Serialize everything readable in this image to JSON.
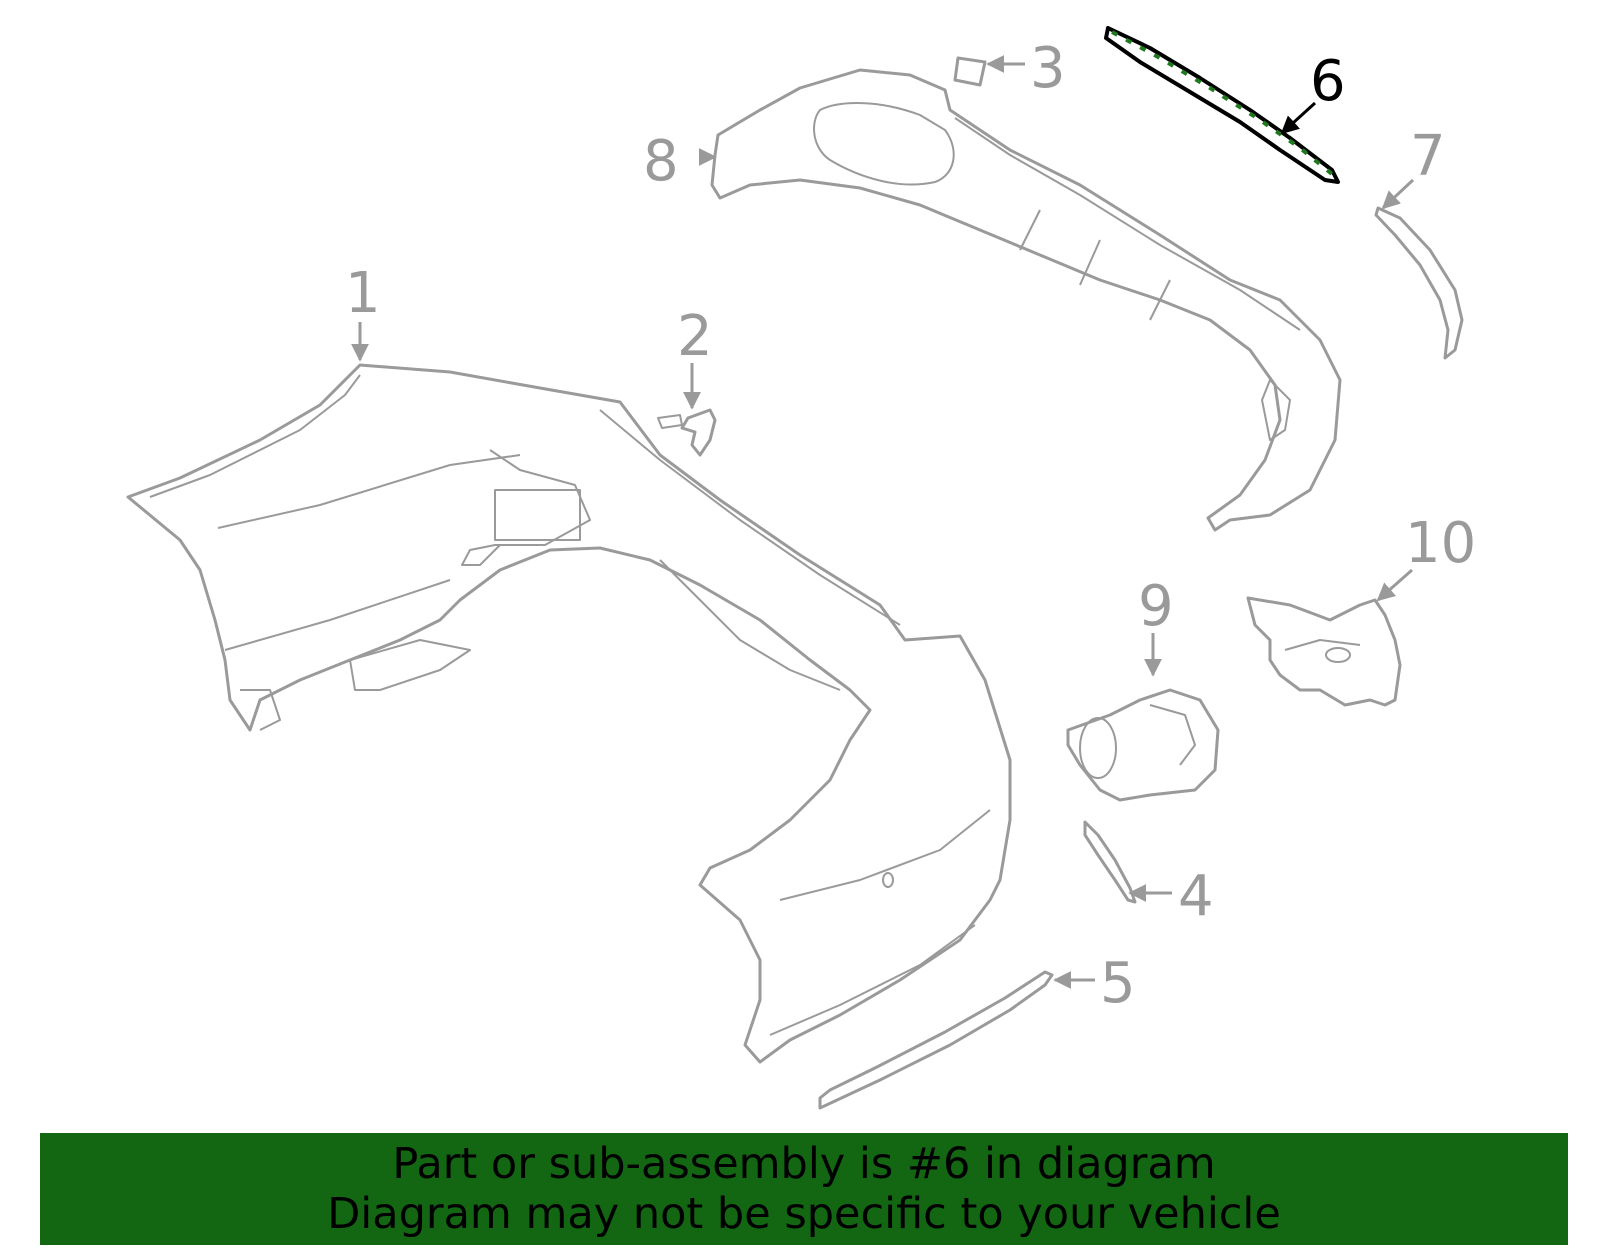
{
  "diagram": {
    "highlighted_part": "6",
    "colors": {
      "part_stroke": "#9a9a9a",
      "highlight_stroke": "#000000",
      "highlight_accent": "#1f7a1f",
      "banner_background": "#136612",
      "banner_text": "#000000"
    },
    "callouts": [
      {
        "id": "1",
        "label": "1",
        "part": "rear-bumper-cover"
      },
      {
        "id": "2",
        "label": "2",
        "part": "sensor-bracket"
      },
      {
        "id": "3",
        "label": "3",
        "part": "clip"
      },
      {
        "id": "4",
        "label": "4",
        "part": "side-trim"
      },
      {
        "id": "5",
        "label": "5",
        "part": "lower-molding"
      },
      {
        "id": "6",
        "label": "6",
        "part": "upper-trim-strip"
      },
      {
        "id": "7",
        "label": "7",
        "part": "side-trim"
      },
      {
        "id": "8",
        "label": "8",
        "part": "diffuser-panel"
      },
      {
        "id": "9",
        "label": "9",
        "part": "exhaust-tip-housing"
      },
      {
        "id": "10",
        "label": "10",
        "part": "mounting-bracket"
      }
    ]
  },
  "banner": {
    "line1": "Part or sub-assembly is #6 in diagram",
    "line2": "Diagram may not be specific to your vehicle"
  }
}
